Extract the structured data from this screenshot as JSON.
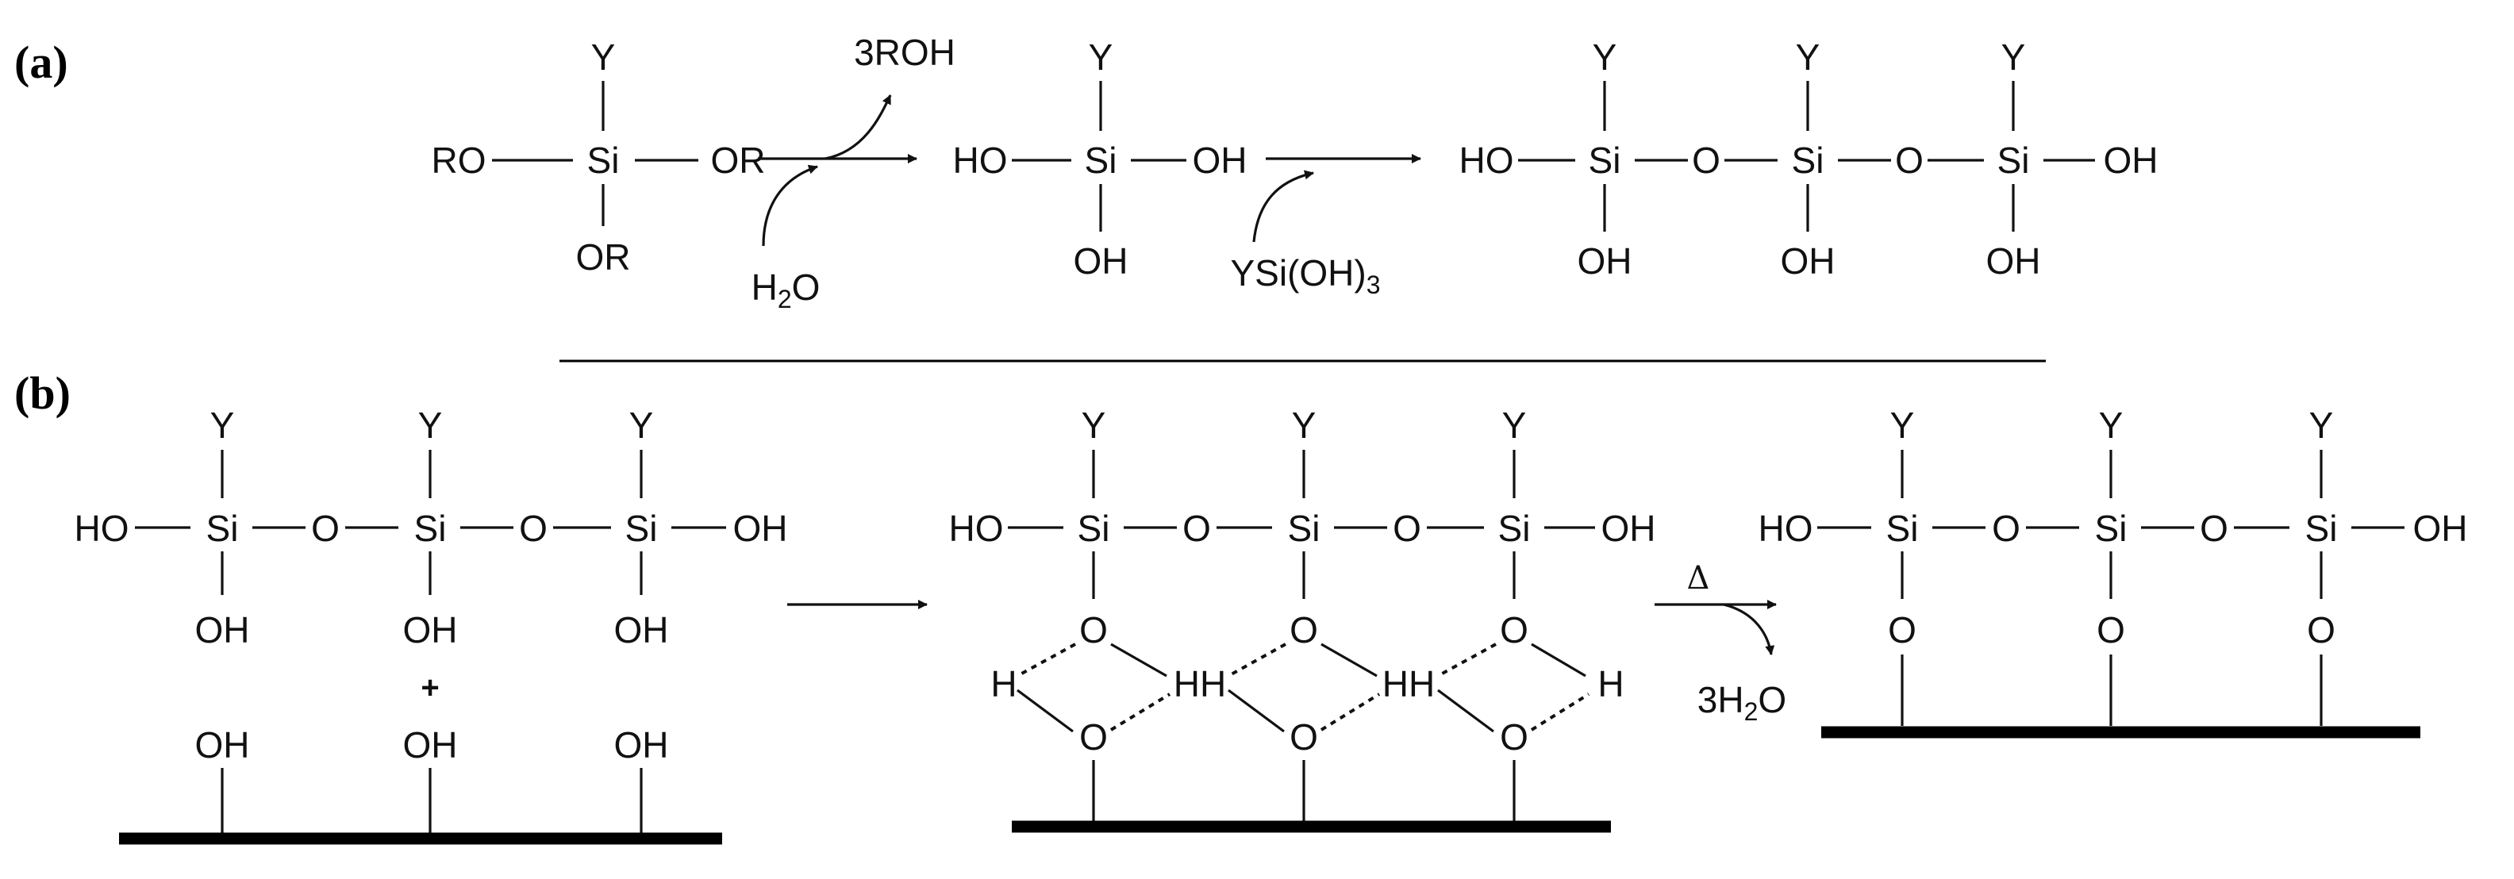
{
  "panels": {
    "a_label": "(a)",
    "b_label": "(b)"
  },
  "atoms": {
    "Y": "Y",
    "Si": "Si",
    "O": "O",
    "H": "H",
    "HH": "HH",
    "OH": "OH",
    "HO": "HO",
    "RO": "RO",
    "OR": "OR"
  },
  "reagents": {
    "rohc": "3ROH",
    "water_main": "H",
    "water_sub": "2",
    "water_tail": "O",
    "silanol_main": "YSi(OH)",
    "silanol_sub": "3",
    "plus": "+",
    "delta": "Δ",
    "lost_water_main": "3H",
    "lost_water_sub": "2",
    "lost_water_tail": "O"
  }
}
